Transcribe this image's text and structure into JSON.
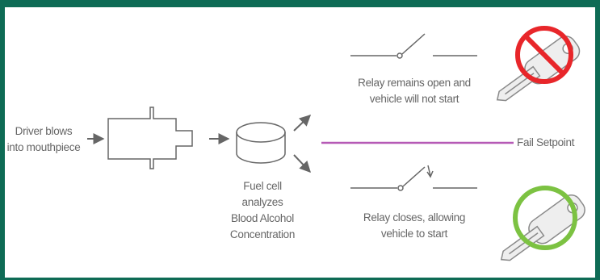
{
  "labels": {
    "driver": [
      "Driver blows",
      "into mouthpiece"
    ],
    "fuel_cell": [
      "Fuel cell",
      "analyzes",
      "Blood Alcohol",
      "Concentration"
    ],
    "relay_open": [
      "Relay remains open and",
      "vehicle will not start"
    ],
    "relay_closed": [
      "Relay closes, allowing",
      "vehicle to start"
    ],
    "setpoint": "Fail Setpoint"
  },
  "colors": {
    "frame": "#0e6b55",
    "stroke": "#666666",
    "setpoint_line": "#b65ab6",
    "no_start": "#e8262a",
    "start": "#7cc242"
  },
  "icons": [
    "key-with-prohibition-icon",
    "key-allowed-icon"
  ]
}
